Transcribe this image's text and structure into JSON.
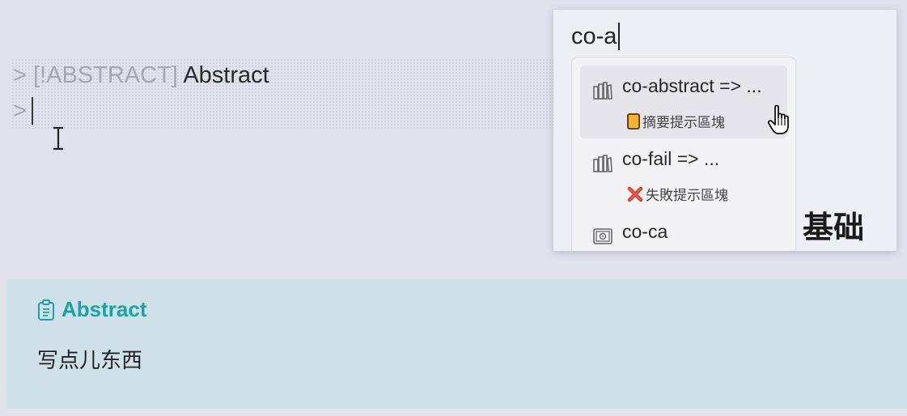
{
  "editor": {
    "line1": {
      "marker": ">",
      "tag": "[!ABSTRACT]",
      "title": "Abstract"
    },
    "line2": {
      "marker": ">"
    }
  },
  "popup": {
    "query": "co-a",
    "suggestions": [
      {
        "title": "co-abstract => ...",
        "description": "摘要提示區塊",
        "icon": "books-icon",
        "desc_icon": "memo-emoji",
        "selected": true
      },
      {
        "title": "co-fail => ...",
        "description": "失敗提示區塊",
        "icon": "books-icon",
        "desc_icon": "cross-mark-emoji",
        "selected": false
      },
      {
        "title": "co-ca",
        "description": "",
        "icon": "safe-icon",
        "desc_icon": "",
        "selected": false
      }
    ],
    "watermark": "基础"
  },
  "callout": {
    "icon": "clipboard-icon",
    "title": "Abstract",
    "body": "写点儿东西",
    "accent": "#1aa3a3",
    "background": "#cfe0e8"
  }
}
